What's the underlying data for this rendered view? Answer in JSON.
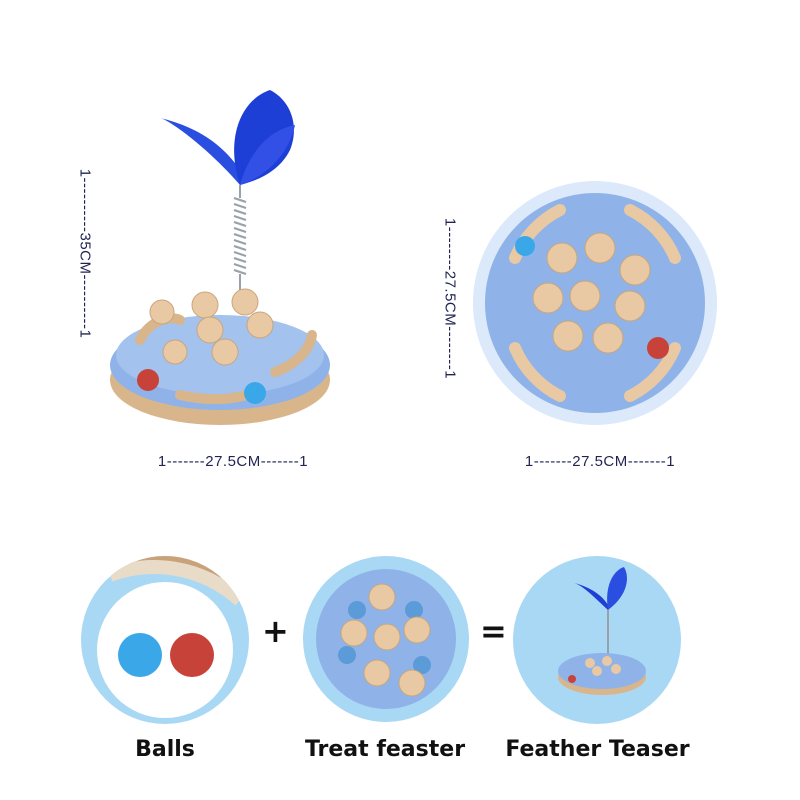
{
  "dimensions": {
    "height_left": "1----------35CM----------1",
    "height_right": "1--------27.5CM--------1",
    "width_left": "1-------27.5CM-------1",
    "width_right": "1-------27.5CM-------1"
  },
  "captions": {
    "balls": "Balls",
    "treat_feaster": "Treat feaster",
    "feather_teaser": "Feather Teaser"
  },
  "operators": {
    "plus": "+",
    "equals": "="
  },
  "colors": {
    "toy_blue": "#8fb3e8",
    "feather_blue": "#1d3fd6",
    "ball_blue": "#3aa8e8",
    "ball_red": "#c7433a",
    "tan": "#e8c9a3",
    "text_dark": "#1f2452",
    "circle_bg": "#a9d8f5"
  }
}
